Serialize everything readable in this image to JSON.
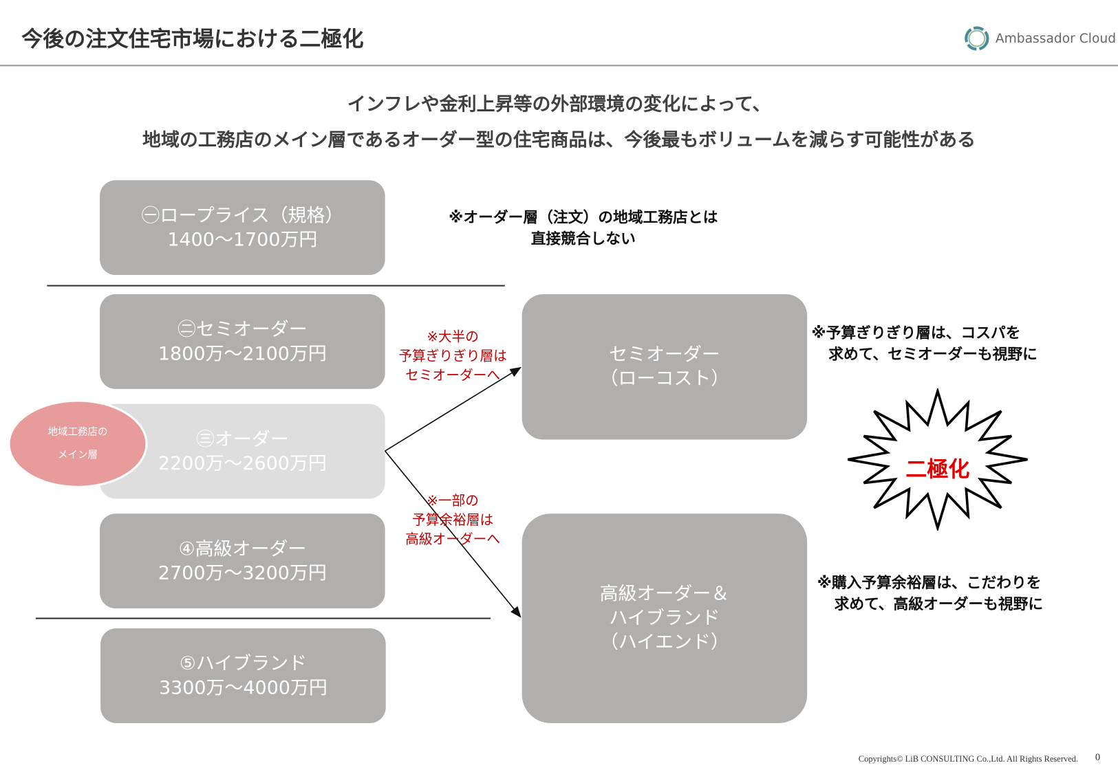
{
  "header": {
    "title": "今後の注文住宅市場における二極化",
    "logo_text": "Ambassador Cloud"
  },
  "lead": [
    "インフレや金利上昇等の外部環境の変化によって、",
    "地域の工務店のメイン層であるオーダー型の住宅商品は、今後最もボリュームを減らす可能性がある"
  ],
  "tiers": [
    {
      "label": "㊀ロープライス（規格）",
      "price": "1400～1700万円"
    },
    {
      "label": "㊁セミオーダー",
      "price": "1800万～2100万円"
    },
    {
      "label": "㊂オーダー",
      "price": "2200万～2600万円"
    },
    {
      "label": "④高級オーダー",
      "price": "2700万～3200万円"
    },
    {
      "label": "⑤ハイブランド",
      "price": "3300万～4000万円"
    }
  ],
  "main_layer": [
    "地域工務店の",
    "メイン層"
  ],
  "note_low": [
    "※オーダー層（注文）の地域工務店とは",
    "直接競合しない"
  ],
  "arrow_up_note": [
    "※大半の",
    "予算ぎりぎり層は",
    "セミオーダーへ"
  ],
  "arrow_down_note": [
    "※一部の",
    "予算余裕層は",
    "高級オーダーへ"
  ],
  "targets": [
    {
      "lines": [
        "セミオーダー",
        "（ローコスト）"
      ]
    },
    {
      "lines": [
        "高級オーダー＆",
        "ハイブランド",
        "（ハイエンド）"
      ]
    }
  ],
  "note_semi": [
    "※予算ぎりぎり層は、コスパを",
    "求めて、セミオーダーも視野に"
  ],
  "note_high": [
    "※購入予算余裕層は、こだわりを",
    "求めて、高級オーダーも視野に"
  ],
  "burst_label": "二極化",
  "footer": {
    "copyright": "Copyrights© LiB CONSULTING Co.,Ltd.  All Rights Reserved.",
    "page": "0"
  },
  "colors": {
    "box": "#b0afae",
    "box_light": "#dedede",
    "accent_red": "#c00000",
    "oval": "#e79b9b"
  }
}
